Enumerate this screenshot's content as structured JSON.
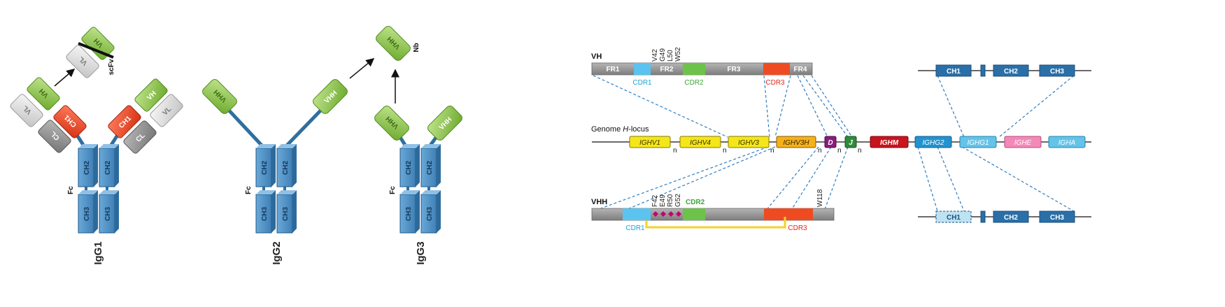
{
  "left_panel": {
    "igg1": {
      "label": "IgG1",
      "fc": "Fc",
      "heavy": "VH",
      "light": "VL",
      "ch1": "CH1",
      "cl": "CL",
      "ch2": "CH2",
      "ch3": "CH3",
      "scfv": "scFv"
    },
    "igg2": {
      "label": "IgG2",
      "fc": "Fc",
      "vhh": "VHH",
      "ch2": "CH2",
      "ch3": "CH3"
    },
    "igg3": {
      "label": "IgG3",
      "fc": "Fc",
      "vhh": "VHH",
      "ch2": "CH2",
      "ch3": "CH3",
      "nb": "Nb"
    }
  },
  "right_panel": {
    "vh": {
      "title": "VH",
      "segments": [
        "FR1",
        "CDR1",
        "FR2",
        "CDR2",
        "FR3",
        "CDR3",
        "FR4"
      ],
      "residues": [
        "V42",
        "G49",
        "L50",
        "W52"
      ]
    },
    "genome": {
      "title_prefix": "Genome ",
      "title_italic": "H",
      "title_suffix": "-locus",
      "v_genes": [
        "IGHV1",
        "IGHV4",
        "IGHV3",
        "IGHV3H"
      ],
      "d_gene": "D",
      "j_gene": "J",
      "spacer": "n",
      "c_genes": [
        "IGHM",
        "IGHG2",
        "IGHG1",
        "IGHE",
        "IGHA"
      ]
    },
    "vhh": {
      "title": "VHH",
      "cdr1": "CDR1",
      "cdr2": "CDR2",
      "cdr3": "CDR3",
      "residues": [
        "F42",
        "E49",
        "R50",
        "G52"
      ],
      "w118": "W118"
    },
    "heavy_constant": [
      "CH1",
      "CH2",
      "CH3"
    ],
    "hcab_constant": [
      "CH1",
      "CH2",
      "CH3"
    ]
  },
  "colors": {
    "vh_green": "#8cc63f",
    "ch1_red": "#ef4b2c",
    "light_gray": "#d9d9d9",
    "dark_gray": "#8d8d8d",
    "c_blue": "#3d8cc8",
    "cdr1": "#5bc3ef",
    "cdr2": "#6cc24a",
    "cdr3": "#ef4b23",
    "ighv": "#f5e61a",
    "ighv3h": "#f5b11a",
    "d": "#8a1c7c",
    "j": "#2e8b3a",
    "ighm": "#c8141e",
    "ighg2": "#2392cf",
    "ighg1": "#63c3e8",
    "ighe": "#f489b8",
    "igha": "#63c3e8"
  }
}
